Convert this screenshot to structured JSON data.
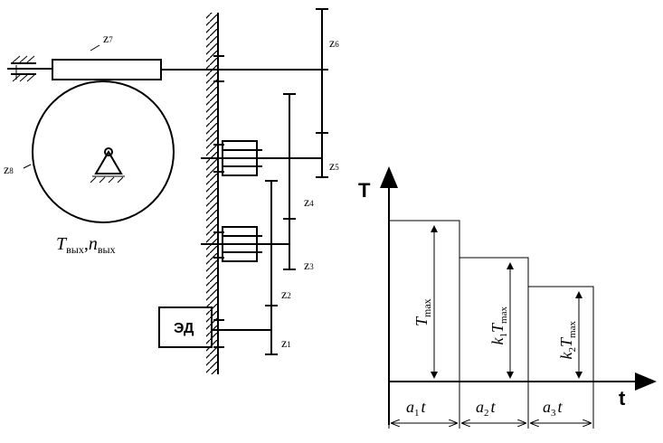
{
  "gears": [
    {
      "id": "z1",
      "name": "z",
      "sub": "1"
    },
    {
      "id": "z2",
      "name": "z",
      "sub": "2"
    },
    {
      "id": "z3",
      "name": "z",
      "sub": "3"
    },
    {
      "id": "z4",
      "name": "z",
      "sub": "4"
    },
    {
      "id": "z5",
      "name": "z",
      "sub": "5"
    },
    {
      "id": "z6",
      "name": "z",
      "sub": "6"
    },
    {
      "id": "z7",
      "name": "z",
      "sub": "7"
    },
    {
      "id": "z8",
      "name": "z",
      "sub": "8"
    }
  ],
  "motor_label": "ЭД",
  "output_label": {
    "t_sym": "T",
    "t_sub": "вых",
    "sep": ",",
    "n_sym": "n",
    "n_sub": "вых"
  },
  "chart_data": {
    "type": "load_profile",
    "y_axis_label": "T",
    "x_axis_label": "t",
    "steps": [
      {
        "level": "T_max",
        "fraction": 1.0,
        "level_label": "T",
        "level_sub": "max",
        "duration_label": "a",
        "duration_sub": "1",
        "duration_suffix": "t"
      },
      {
        "level": "k1·T_max",
        "fraction": 0.77,
        "level_label": "k",
        "level_k_sub": "1",
        "level_T": "T",
        "level_sub": "max",
        "duration_label": "a",
        "duration_sub": "2",
        "duration_suffix": "t"
      },
      {
        "level": "k2·T_max",
        "fraction": 0.59,
        "level_label": "k",
        "level_k_sub": "2",
        "level_T": "T",
        "level_sub": "max",
        "duration_label": "a",
        "duration_sub": "3",
        "duration_suffix": "t"
      }
    ]
  }
}
